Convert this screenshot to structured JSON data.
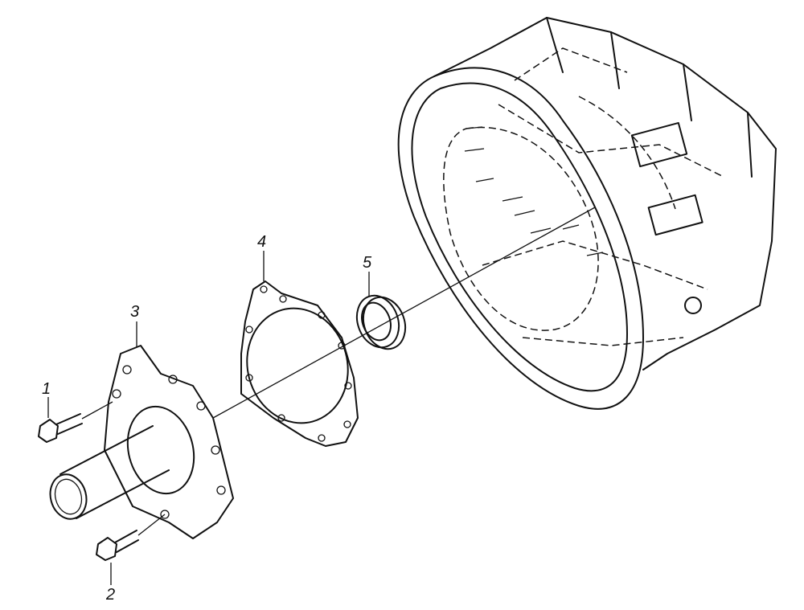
{
  "diagram": {
    "callouts": [
      {
        "id": "1",
        "label": "1",
        "part": "bolt-upper"
      },
      {
        "id": "2",
        "label": "2",
        "part": "bolt-lower"
      },
      {
        "id": "3",
        "label": "3",
        "part": "bearing-cover"
      },
      {
        "id": "4",
        "label": "4",
        "part": "gasket"
      },
      {
        "id": "5",
        "label": "5",
        "part": "oil-seal"
      }
    ]
  }
}
